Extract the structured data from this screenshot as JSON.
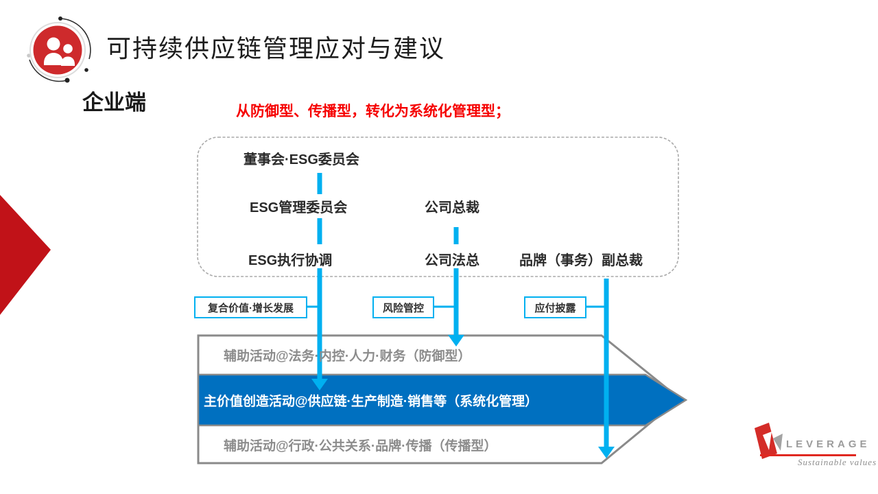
{
  "colors": {
    "accent-red": "#f60000",
    "dark-red": "#c11218",
    "icon-red": "#ce2a2c",
    "cyan": "#00b0f0",
    "band-blue": "#0070c0",
    "outline-gray": "#8a8a8a",
    "text-gray": "#8c8c8c",
    "logo-gray": "#9c9c9c"
  },
  "header": {
    "title": "可持续供应链管理应对与建议",
    "icon": "people-icon"
  },
  "section": {
    "label": "企业端",
    "note": "从防御型、传播型，转化为系统化管理型；"
  },
  "org_chart": {
    "level1": [
      "董事会·ESG委员会"
    ],
    "level2": [
      "ESG管理委员会",
      "公司总裁"
    ],
    "level3": [
      "ESG执行协调",
      "公司法总",
      "品牌（事务）副总裁"
    ]
  },
  "flow_labels": [
    "复合价值·增长发展",
    "风险管控",
    "应付披露"
  ],
  "value_chain": {
    "bands": [
      "辅助活动@法务·内控·人力·财务（防御型）",
      "主价值创造活动@供应链·生产制造·销售等（系统化管理）",
      "辅助活动@行政·公共关系·品牌·传播（传播型）"
    ]
  },
  "logo": {
    "name": "LEVERAGE",
    "tagline": "Sustainable values"
  }
}
